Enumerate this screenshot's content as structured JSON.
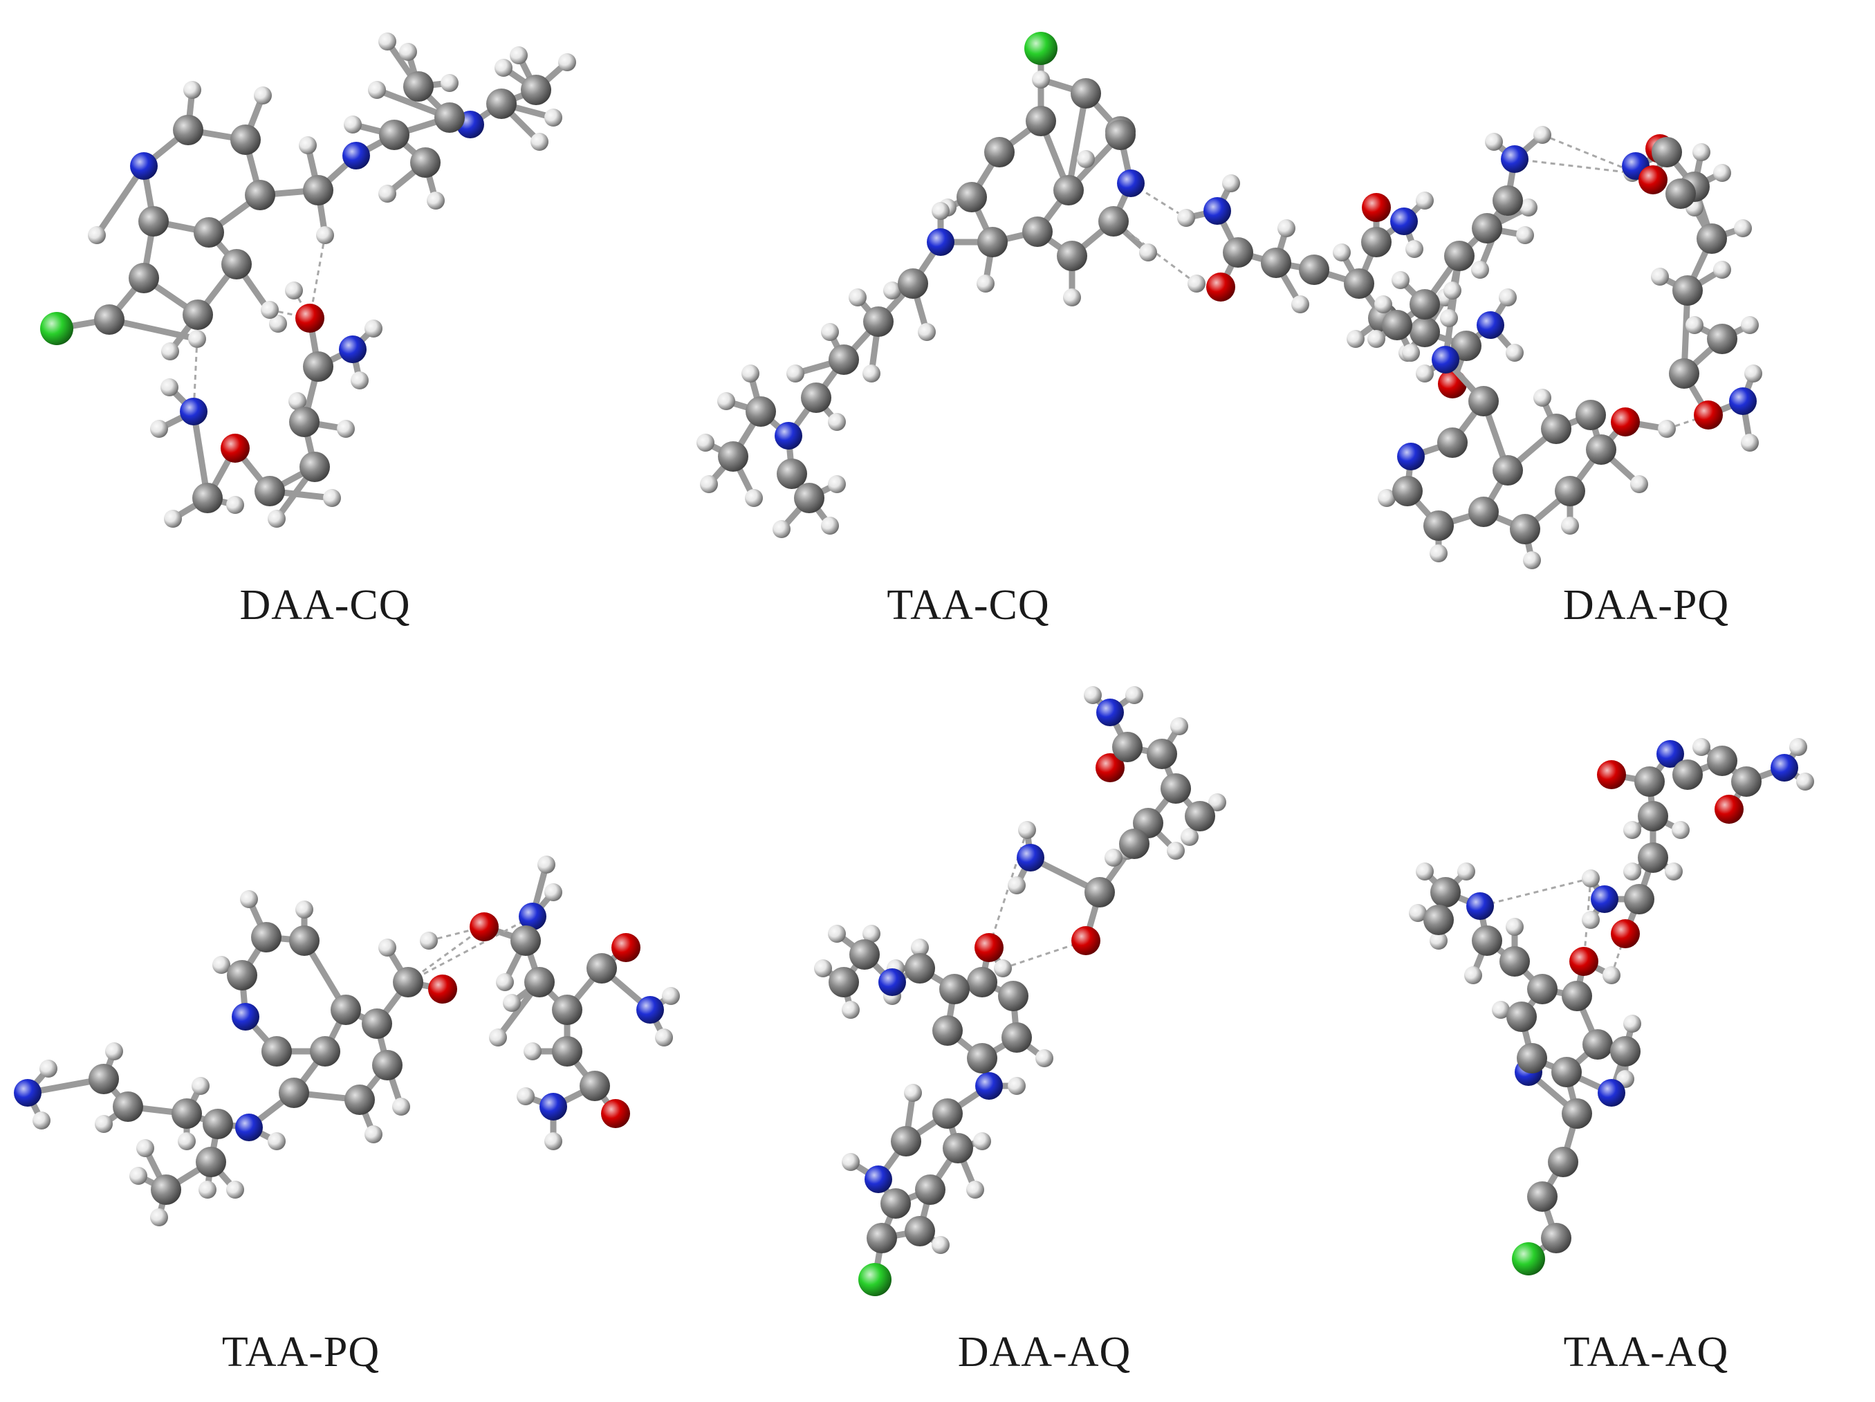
{
  "figure": {
    "panels": [
      {
        "label": "DAA-CQ"
      },
      {
        "label": "TAA-CQ"
      },
      {
        "label": "DAA-PQ"
      },
      {
        "label": "TAA-PQ"
      },
      {
        "label": "DAA-AQ"
      },
      {
        "label": "TAA-AQ"
      }
    ],
    "atom_colors": {
      "C": "#8a8a8a",
      "H": "#e6e6e6",
      "N": "#1f2fd6",
      "O": "#d40000",
      "Cl": "#29d02b"
    }
  }
}
